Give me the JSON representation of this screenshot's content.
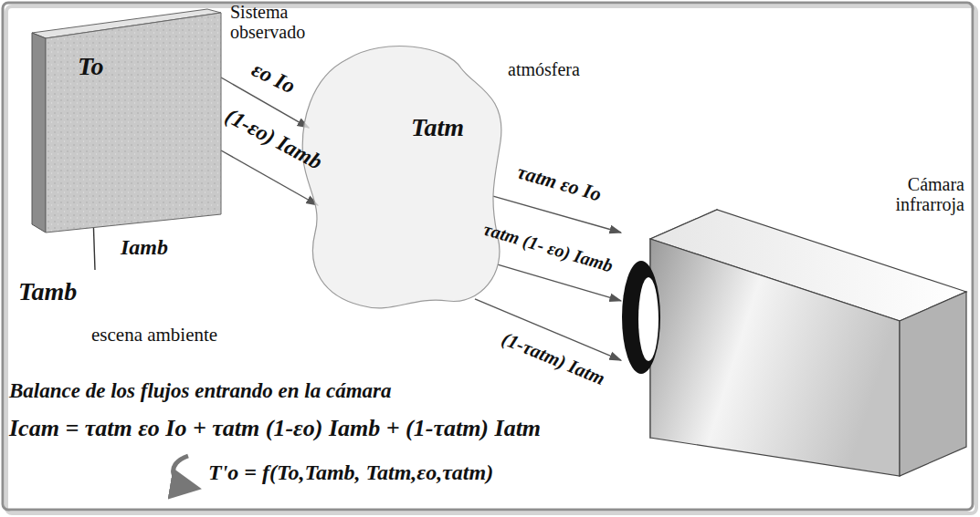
{
  "diagram": {
    "nodes": [
      {
        "text": [
          "Sistema observado",
          "To"
        ]
      },
      {
        "text": [
          "atmósfera",
          "Tatm"
        ]
      },
      {
        "text": [
          "Cámara infrarroja"
        ]
      }
    ],
    "edges": [
      {
        "from": 0,
        "to": 1,
        "arrow": "to",
        "label": "εo Io"
      },
      {
        "from": 0,
        "to": 1,
        "arrow": "to",
        "label": "(1-εo) Iamb"
      },
      {
        "from": 1,
        "to": 2,
        "arrow": "to",
        "label": "τatm εo Io"
      },
      {
        "from": 1,
        "to": 2,
        "arrow": "to",
        "label": "τatm (1- εo) Iamb"
      },
      {
        "from": 1,
        "to": 2,
        "arrow": "to",
        "label": "(1-τatm) Iatm"
      }
    ],
    "labels": [
      "Iamb",
      "Tamb",
      "escena ambiente",
      "Balance de los flujos entrando en la cámara",
      "Icam = τatm εo Io + τatm (1-εo) Iamb + (1-τatm) Iatm",
      "T'o = f(To,Tamb, Tatm,εo,τatm)"
    ]
  }
}
